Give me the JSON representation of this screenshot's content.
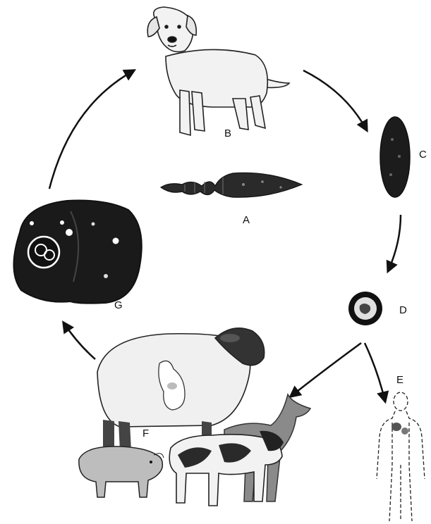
{
  "labels": {
    "a": "A",
    "b": "B",
    "c": "C",
    "d": "D",
    "e": "E",
    "f": "F",
    "g": "G"
  },
  "stages": {
    "a": "adult-tapeworm",
    "b": "dog",
    "c": "gravid-proglottid",
    "d": "egg",
    "e": "human",
    "f": "intermediate-hosts",
    "g": "hydatid-cyst-organ"
  },
  "colors": {
    "ink": "#111111",
    "fur_light": "#f2f2f2",
    "grey_mid": "#9a9a9a",
    "dark": "#1a1a1a"
  }
}
